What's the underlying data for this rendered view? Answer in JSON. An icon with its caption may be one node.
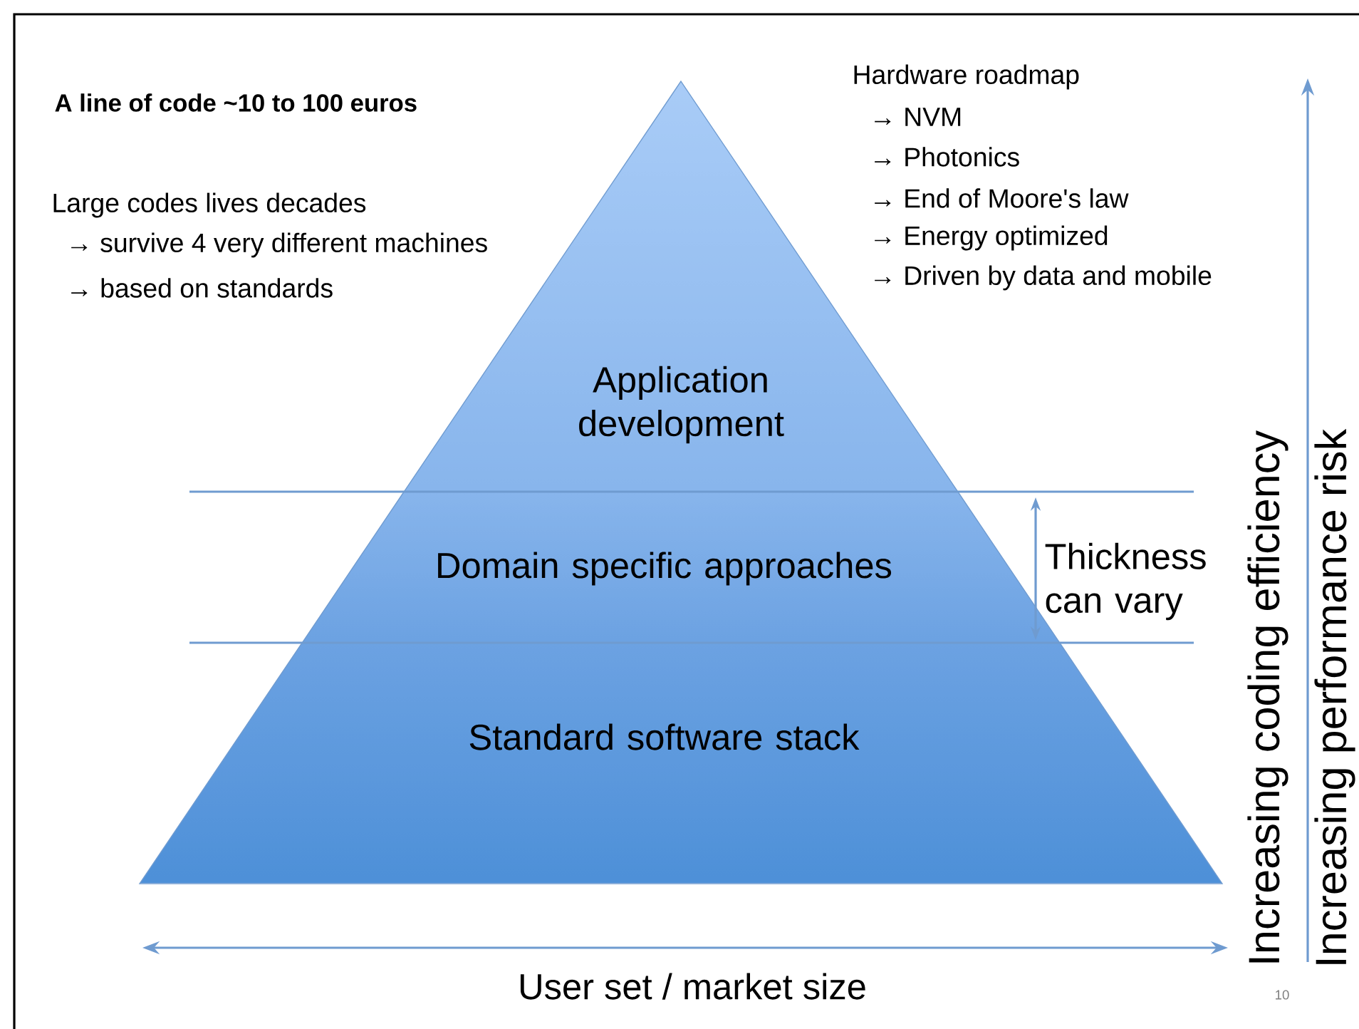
{
  "diagram": {
    "nodes": [
      {
        "text": [
          "Application development"
        ]
      },
      {
        "text": [
          "Domain specific approaches"
        ]
      },
      {
        "text": [
          "Standard software stack"
        ]
      }
    ],
    "labels": [
      "A line of code ~10 to 100 euros",
      "Large codes lives decades",
      "→ survive 4 very different machines",
      "→ based on standards",
      "Hardware roadmap",
      "→ NVM",
      "→ Photonics",
      "→ End of Moore's law",
      "→ Energy optimized",
      "→ Driven by data and mobile",
      "Thickness can vary",
      "User set / market size",
      "Increasing coding efficiency",
      "Increasing performance risk",
      "10"
    ]
  }
}
